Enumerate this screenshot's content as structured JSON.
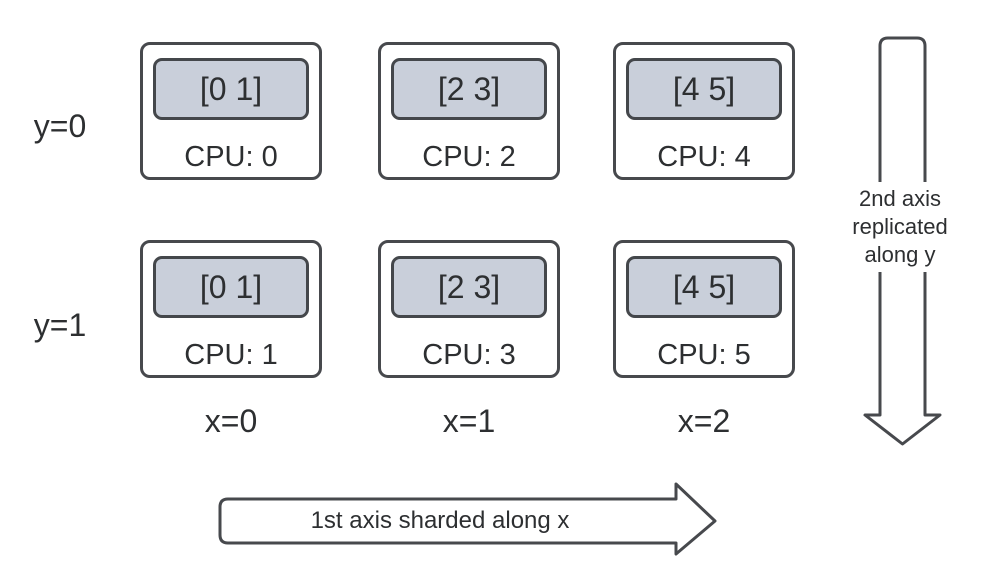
{
  "diagram": {
    "row_labels": [
      "y=0",
      "y=1"
    ],
    "col_labels": [
      "x=0",
      "x=1",
      "x=2"
    ],
    "arrow_x_label": "1st axis sharded along x",
    "arrow_y_label": "2nd axis replicated along y"
  },
  "devices": [
    {
      "row": "y=0",
      "col": "x=0",
      "shard": "[0 1]",
      "cpu": "CPU: 0"
    },
    {
      "row": "y=0",
      "col": "x=1",
      "shard": "[2 3]",
      "cpu": "CPU: 2"
    },
    {
      "row": "y=0",
      "col": "x=2",
      "shard": "[4 5]",
      "cpu": "CPU: 4"
    },
    {
      "row": "y=1",
      "col": "x=0",
      "shard": "[0 1]",
      "cpu": "CPU: 1"
    },
    {
      "row": "y=1",
      "col": "x=1",
      "shard": "[2 3]",
      "cpu": "CPU: 3"
    },
    {
      "row": "y=1",
      "col": "x=2",
      "shard": "[4 5]",
      "cpu": "CPU: 5"
    }
  ],
  "colors": {
    "stroke": "#47494d",
    "shard_fill": "#c9cfda",
    "text": "#2d2f31",
    "background": "#ffffff"
  }
}
